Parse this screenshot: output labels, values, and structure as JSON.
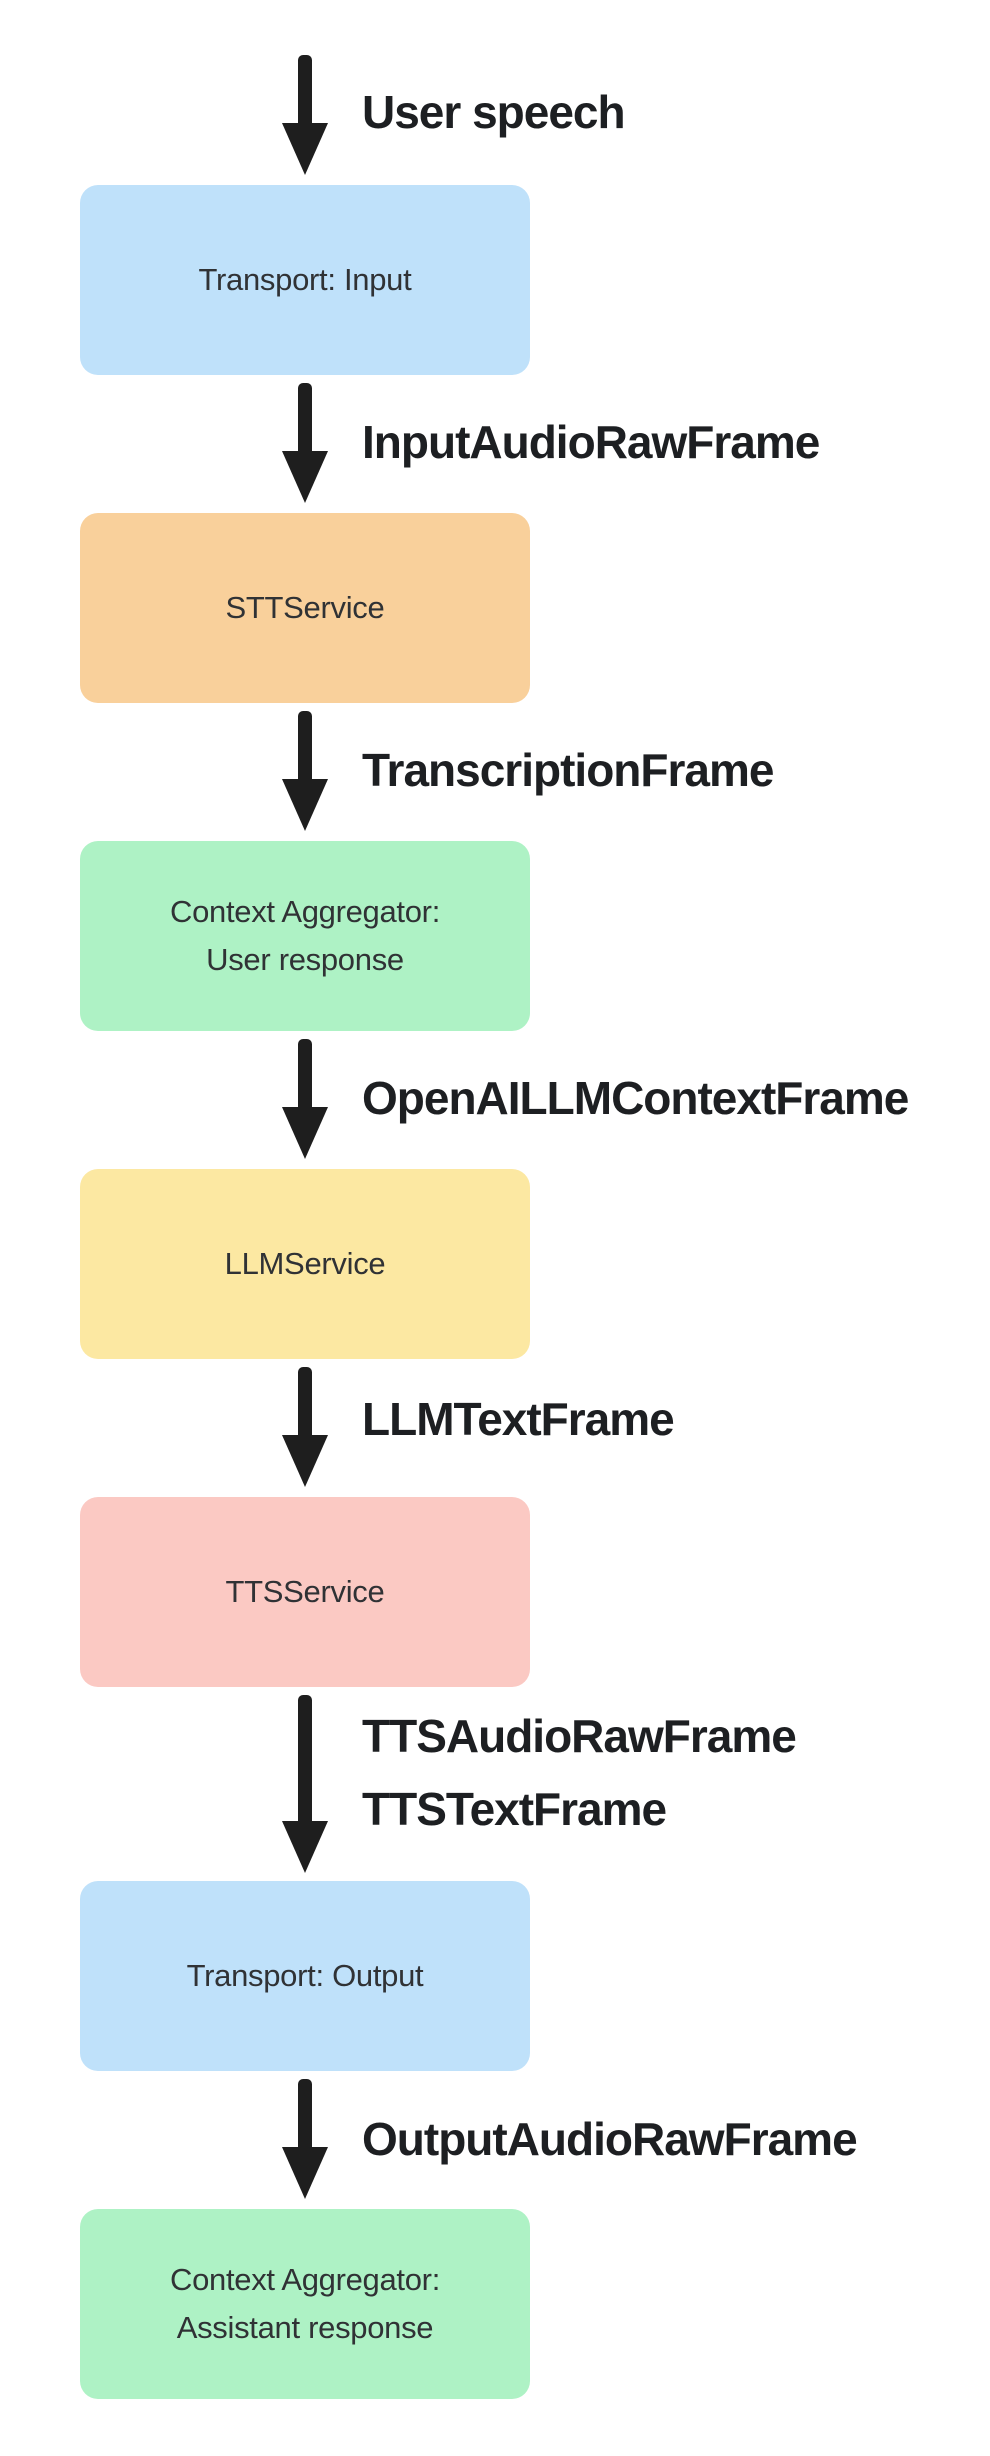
{
  "diagram": {
    "background": "#ffffff",
    "arrow_color": "#1e1e1e",
    "edge_label_color": "#1d1f22",
    "node_label_color": "#303235",
    "nodes": [
      {
        "label": "Transport: Input",
        "color": "#bfe1fa"
      },
      {
        "label": "STTService",
        "color": "#f9d09b"
      },
      {
        "label": "Context Aggregator:\nUser response",
        "color": "#aef2c5"
      },
      {
        "label": "LLMService",
        "color": "#fce8a2"
      },
      {
        "label": "TTSService",
        "color": "#fbc9c3"
      },
      {
        "label": "Transport: Output",
        "color": "#bfe1fa"
      },
      {
        "label": "Context Aggregator:\nAssistant response",
        "color": "#aef2c5"
      }
    ],
    "edges": [
      {
        "label": "User speech"
      },
      {
        "label": "InputAudioRawFrame"
      },
      {
        "label": "TranscriptionFrame"
      },
      {
        "label": "OpenAILLMContextFrame"
      },
      {
        "label": "LLMTextFrame"
      },
      {
        "label": "TTSAudioRawFrame\nTTSTextFrame"
      },
      {
        "label": "OutputAudioRawFrame"
      }
    ]
  }
}
